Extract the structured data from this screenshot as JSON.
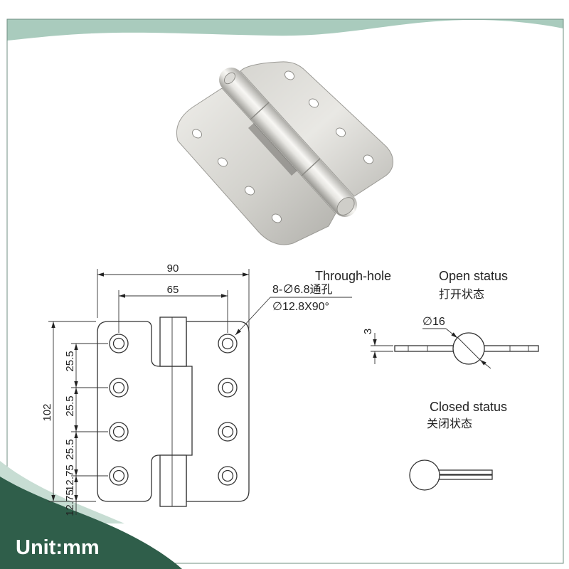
{
  "unit_label": "Unit:mm",
  "colors": {
    "wave_light": "#a9cbbd",
    "wave_pale": "#c7ddd3",
    "wave_dark": "#2f5e4a",
    "frame": "#6f8f82",
    "drawing_line": "#333333"
  },
  "front_view": {
    "width_overall": "90",
    "hole_spacing": "65",
    "height_overall": "102",
    "vertical_pitch_labels": [
      "25.5",
      "25.5",
      "25.5",
      "12.75",
      "12.75"
    ]
  },
  "through_hole": {
    "title": "Through-hole",
    "count_spec": "8-∅6.8通孔",
    "countersink_spec": "∅12.8X90°"
  },
  "open_status": {
    "title": "Open status",
    "title_cn": "打开状态",
    "knuckle_diameter": "∅16",
    "leaf_thickness": "3"
  },
  "closed_status": {
    "title": "Closed status",
    "title_cn": "关闭状态"
  }
}
